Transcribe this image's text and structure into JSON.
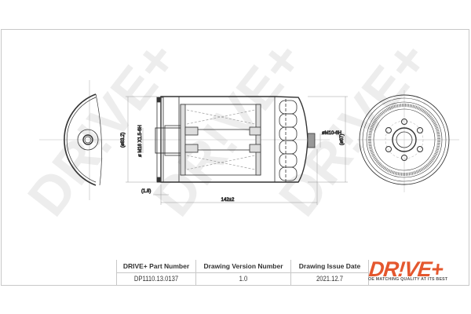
{
  "title_block": {
    "headers": [
      "DRIVE+ Part Number",
      "Drawing Version Number",
      "Drawing Issue Date"
    ],
    "values": [
      "DP1110.13.0137",
      "1.0",
      "2021.12.7"
    ]
  },
  "logo": {
    "brand": "DR!VE+",
    "tagline": "OE MATCHING QUALITY AT ITS BEST",
    "color": "#e4572e"
  },
  "watermark": {
    "text": "DR!VE+",
    "color": "#e6e6e6"
  },
  "dimensions": {
    "outer_diameter": "(ø83.2)",
    "thread_inlet": "ø M16 X1.5-6H",
    "thread_outlet": "øM10-6H",
    "end_diameter": "(ø67)",
    "offset": "(1.8)",
    "length": "142±2"
  },
  "views": [
    "side-view-half",
    "section-view",
    "end-view"
  ]
}
